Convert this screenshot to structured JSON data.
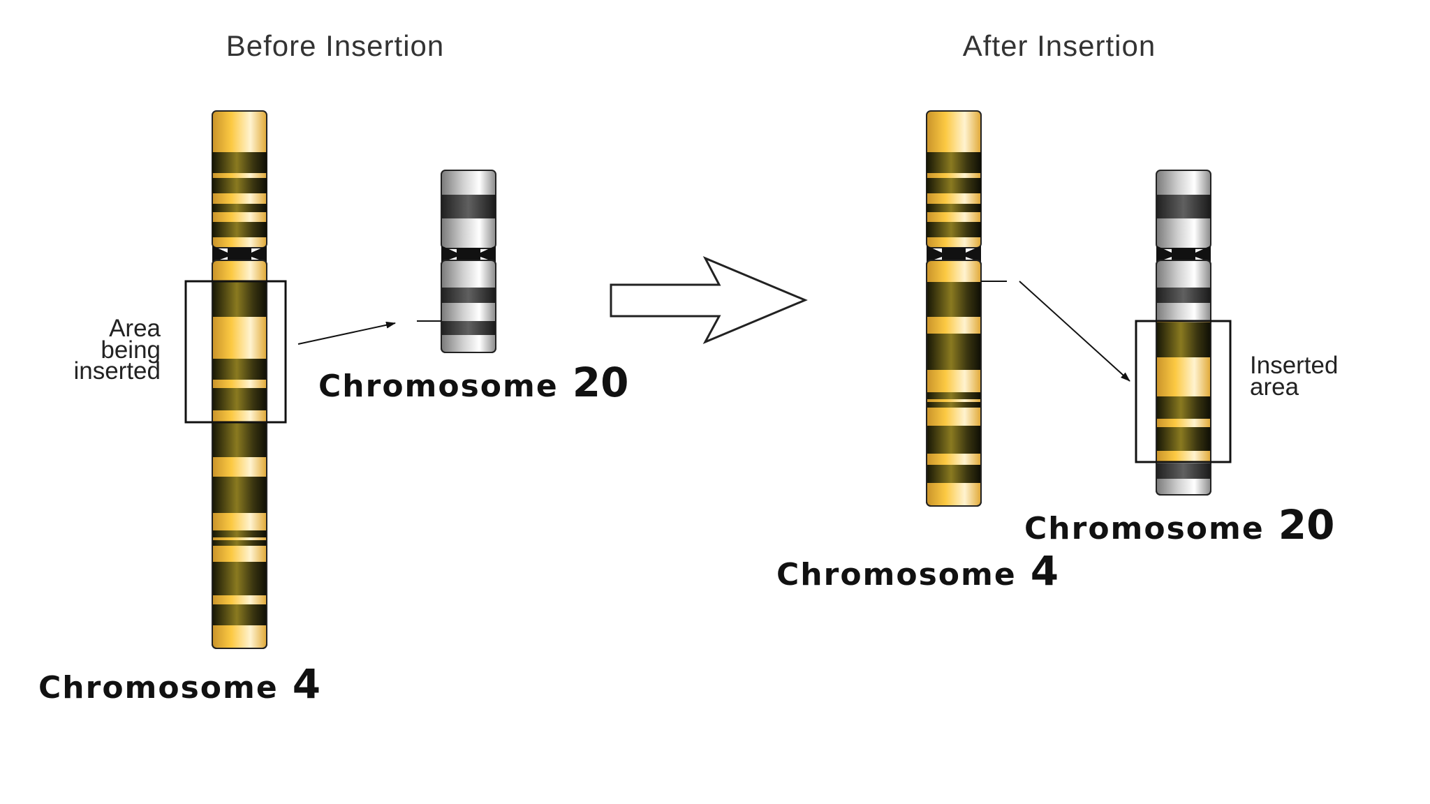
{
  "headings": {
    "before": "Before Insertion",
    "after": "After Insertion"
  },
  "before": {
    "chromosome_4": {
      "name": "Chromosome",
      "number": "4"
    },
    "chromosome_20": {
      "name": "Chromosome",
      "number": "20"
    },
    "area_note": [
      "Area",
      "being",
      "inserted"
    ]
  },
  "after": {
    "chromosome_4": {
      "name": "Chromosome",
      "number": "4"
    },
    "chromosome_20": {
      "name": "Chromosome",
      "number": "20"
    },
    "inserted_note": [
      "Inserted",
      "area"
    ]
  },
  "colors": {
    "yellow_band": "#fcc943",
    "dark_yellow_band": "#2a2a10",
    "gray_band": "#9a9a9a",
    "dark_gray_band": "#2e2e2e",
    "outline": "#222222"
  }
}
